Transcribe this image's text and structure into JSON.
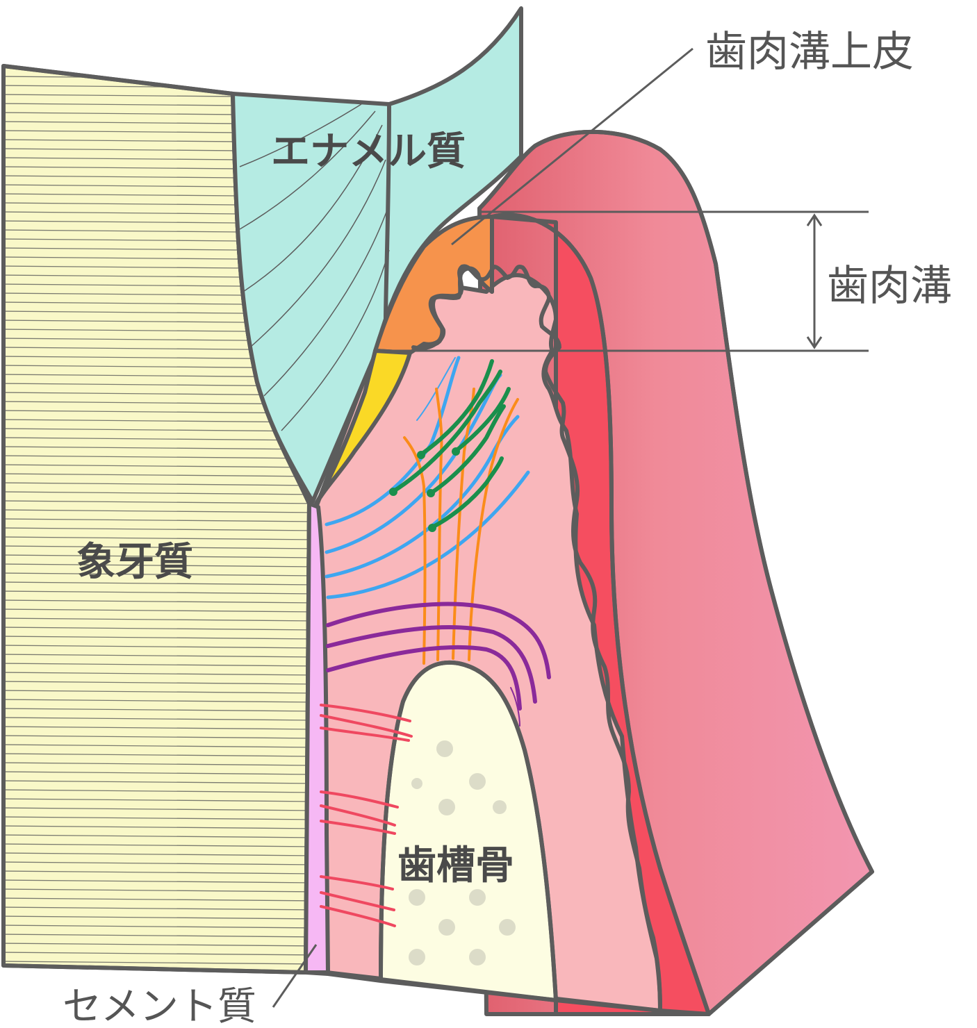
{
  "labels": {
    "enamel": "エナメル質",
    "dentin": "象牙質",
    "alveolar_bone": "歯槽骨",
    "cementum": "セメント質",
    "sulcular_epithelium": "歯肉溝上皮",
    "gingival_sulcus": "歯肉溝"
  },
  "colors": {
    "dentin": "#f9f8c8",
    "enamel": "#b5ebe3",
    "cementum": "#f6b8f4",
    "gingiva_connective": "#f9b7bb",
    "gingiva_outer_light": "#f08ba0",
    "gingiva_outer_dark": "#e0606e",
    "gingiva_band": "#f54e60",
    "epithelium_orange": "#f6934c",
    "junctional_yellow": "#fad926",
    "bone": "#fdfde2",
    "bone_dots": "#dcdcc8",
    "fiber_blue": "#3ea6f0",
    "fiber_green": "#1a8f4c",
    "fiber_orange": "#fa8c1a",
    "fiber_purple": "#8a2a9a",
    "fiber_red": "#ef4860",
    "outline": "#5c5c5c"
  }
}
